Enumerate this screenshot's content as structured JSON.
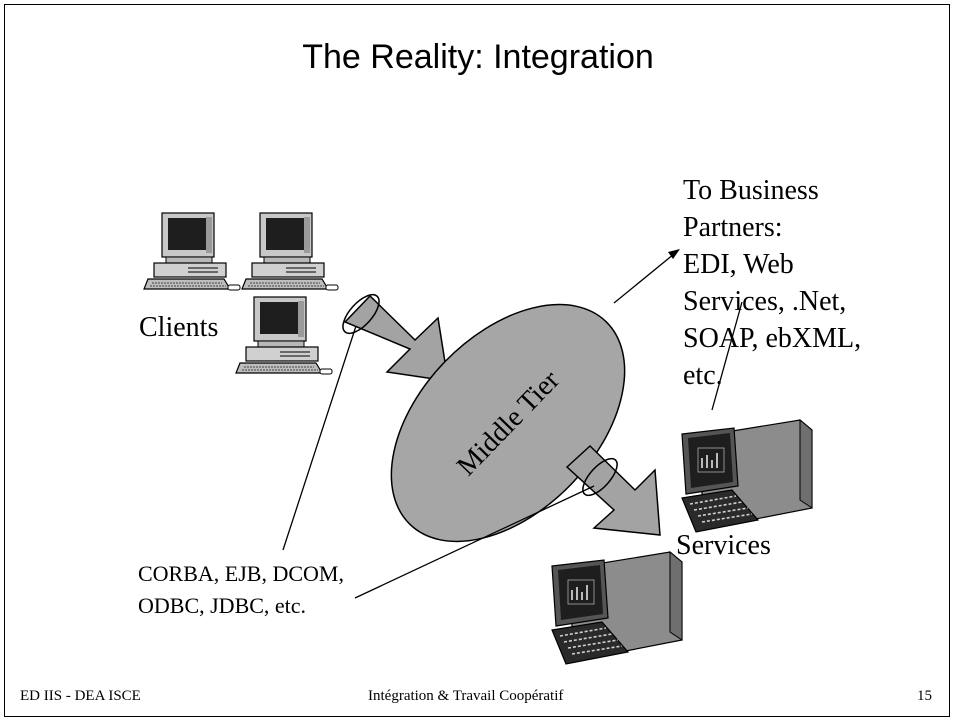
{
  "title": "The Reality: Integration",
  "partners": {
    "lines": [
      "To Business",
      "Partners:",
      "EDI, Web",
      "Services, .Net,",
      "SOAP, ebXML,",
      "etc."
    ]
  },
  "clients_label": "Clients",
  "middle_tier_label": "Middle Tier",
  "services_label": "Services",
  "protocols": {
    "lines": [
      "CORBA, EJB, DCOM,",
      "ODBC, JDBC, etc."
    ]
  },
  "footer": {
    "left": "ED IIS - DEA ISCE",
    "center": "Intégration & Travail Coopératif",
    "page_number": "15"
  },
  "colors": {
    "ellipse_fill": "#a6a6a6",
    "arrow_fill": "#a3a3a3",
    "screen_fill": "#1e1e1e",
    "terminal_body": "#8c8c8c"
  },
  "icons": [
    "desktop-computer-icon",
    "terminal-computer-icon"
  ]
}
